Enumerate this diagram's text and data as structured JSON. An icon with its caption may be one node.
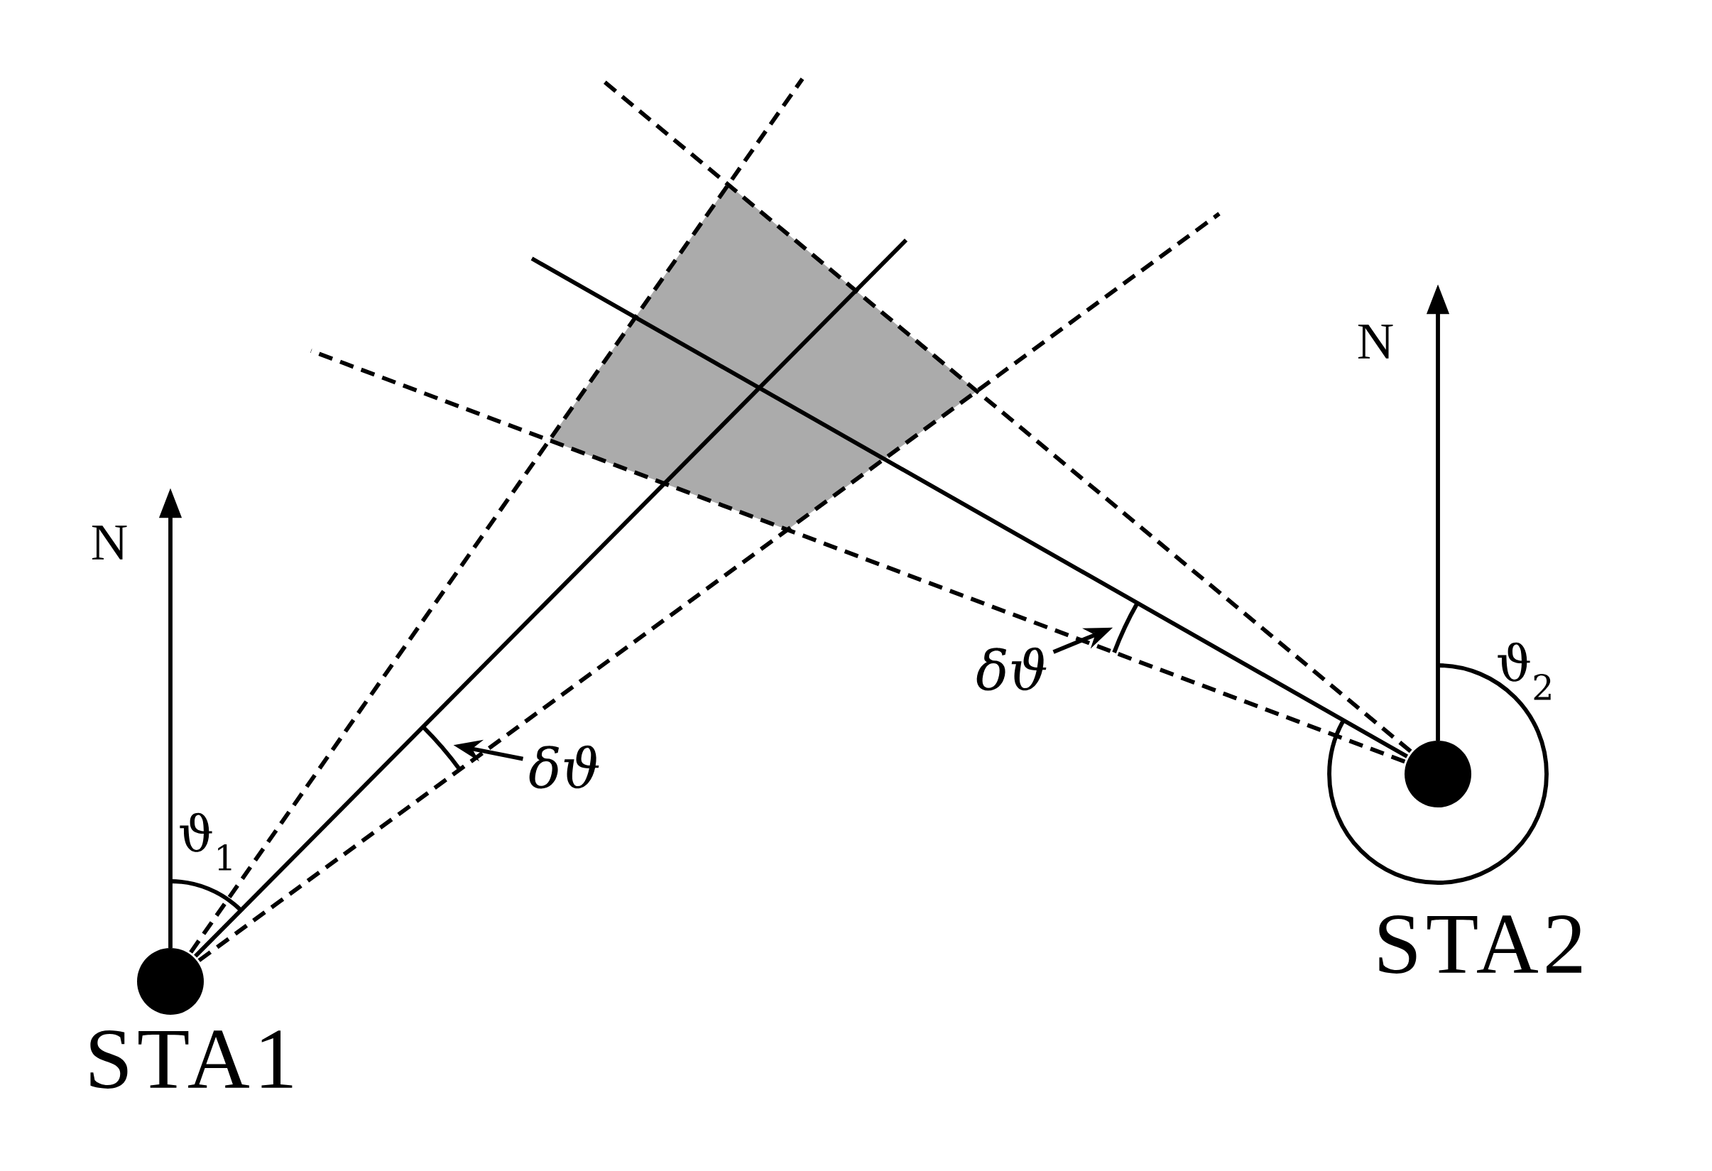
{
  "diagram": {
    "nodes": [
      {
        "text": [],
        "shape": "circle",
        "beside": [
          "STA1"
        ]
      },
      {
        "text": [],
        "shape": "circle",
        "beside": [
          "STA2"
        ]
      },
      {
        "text": [
          "δϑ"
        ]
      },
      {
        "text": [
          "δϑ"
        ]
      },
      {
        "text": [],
        "shape": "arc"
      },
      {
        "text": [],
        "shape": "arc"
      }
    ],
    "edges": [
      {
        "from": 0,
        "to": null,
        "arrow": "none"
      },
      {
        "from": 0,
        "to": null,
        "arrow": "none",
        "style": "dashed"
      },
      {
        "from": 0,
        "to": null,
        "arrow": "none",
        "style": "dashed"
      },
      {
        "from": 1,
        "to": null,
        "arrow": "none"
      },
      {
        "from": 1,
        "to": null,
        "arrow": "none",
        "style": "dashed"
      },
      {
        "from": 1,
        "to": null,
        "arrow": "none",
        "style": "dashed"
      },
      {
        "from": 2,
        "to": 4,
        "arrow": "to"
      },
      {
        "from": 3,
        "to": 5,
        "arrow": "to"
      }
    ],
    "labels": [
      "N",
      "N",
      "ϑ$_{1}$",
      "ϑ$_{2}$"
    ]
  }
}
